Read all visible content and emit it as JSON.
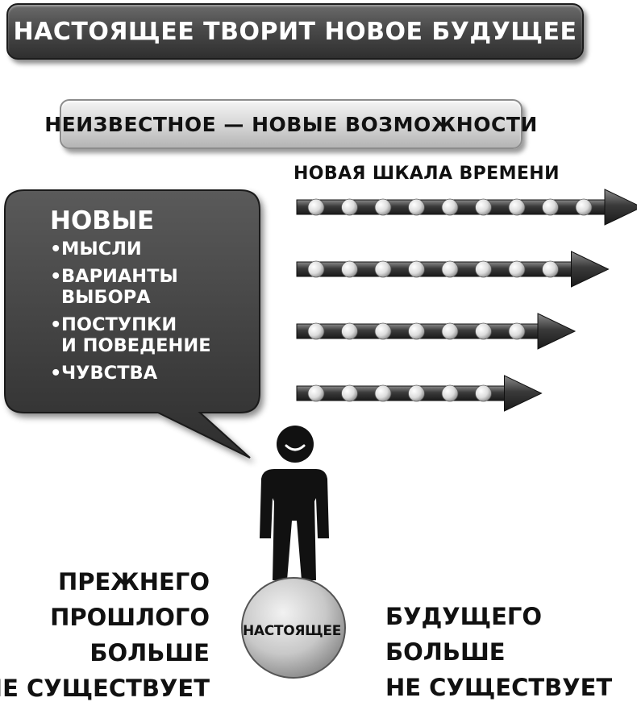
{
  "header": {
    "title": "НАСТОЯЩЕЕ ТВОРИТ НОВОЕ БУДУЩЕЕ",
    "subtitle": "НЕИЗВЕСТНОЕ — НОВЫЕ ВОЗМОЖНОСТИ"
  },
  "timeline": {
    "label": "НОВАЯ ШКАЛА ВРЕМЕНИ",
    "arrows": [
      {
        "beads": 9
      },
      {
        "beads": 8
      },
      {
        "beads": 7
      },
      {
        "beads": 6
      }
    ]
  },
  "bubble": {
    "heading": "НОВЫЕ",
    "bullet": "•",
    "items": [
      [
        "МЫСЛИ"
      ],
      [
        "ВАРИАНТЫ",
        "ВЫБОРА"
      ],
      [
        "ПОСТУПКИ",
        "И ПОВЕДЕНИЕ"
      ],
      [
        "ЧУВСТВА"
      ]
    ]
  },
  "present": {
    "label": "НАСТОЯЩЕЕ"
  },
  "past": {
    "lines": [
      "ПРЕЖНЕГО",
      "ПРОШЛОГО",
      "БОЛЬШЕ",
      "НЕ СУЩЕСТВУЕТ"
    ]
  },
  "future": {
    "lines": [
      "БУДУЩЕГО",
      "БОЛЬШЕ",
      "НЕ СУЩЕСТВУЕТ"
    ]
  },
  "colors": {
    "bubble": "#3d3d3d",
    "arrow": "#333333",
    "bead": "#e8e8e8"
  }
}
